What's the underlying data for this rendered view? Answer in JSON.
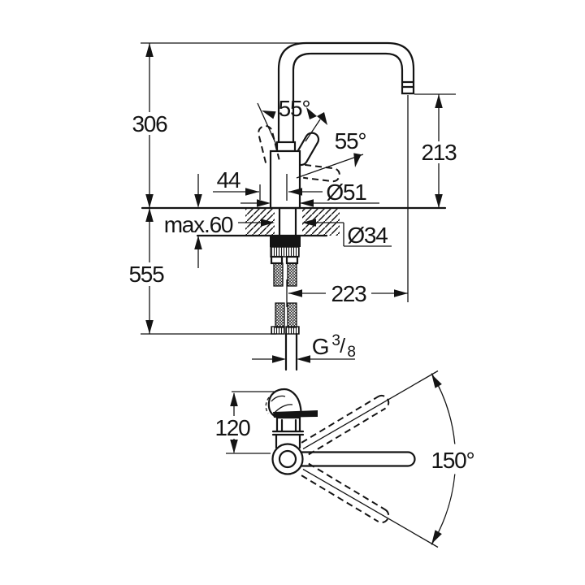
{
  "drawing": {
    "side_view": {
      "height_above_deck": "306",
      "hose_length_below": "555",
      "spout_outlet_height": "213",
      "lever_angle_open": "55°",
      "lever_angle_travel": "55°",
      "lever_offset": "44",
      "body_diameter": "Ø51",
      "deck_max_thickness": "max.60",
      "hole_diameter": "Ø34",
      "spout_reach": "223",
      "thread": {
        "g": "G",
        "numerator": "3",
        "slash": "/",
        "denominator": "8"
      }
    },
    "top_view": {
      "lever_height": "120",
      "swivel_range": "150°"
    }
  }
}
